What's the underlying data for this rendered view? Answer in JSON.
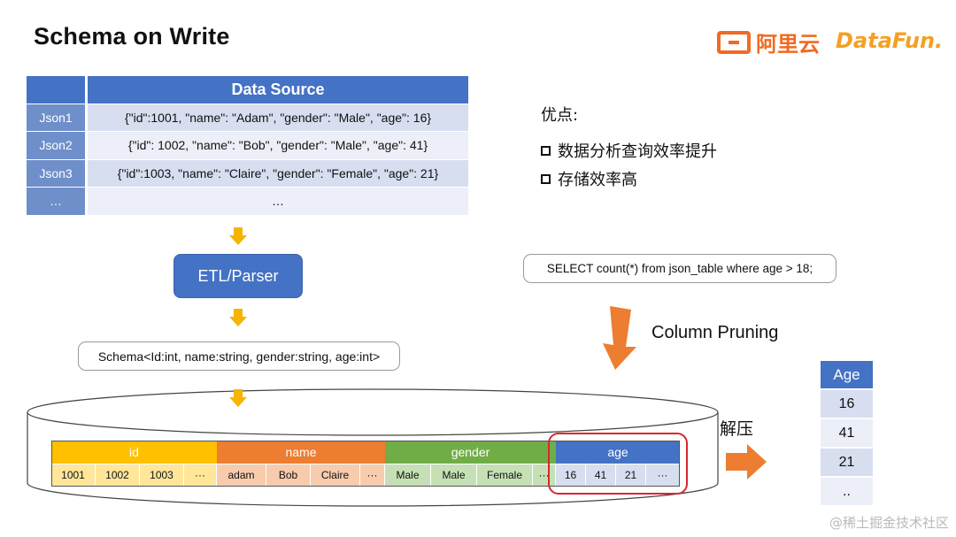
{
  "title": "Schema on Write",
  "logos": {
    "aliyun": "阿里云",
    "datafun": "DataFun."
  },
  "data_source": {
    "header": "Data Source",
    "rows": [
      {
        "key": "Json1",
        "value": "{\"id\":1001, \"name\": \"Adam\", \"gender\": \"Male\", \"age\": 16}"
      },
      {
        "key": "Json2",
        "value": "{\"id\": 1002, \"name\": \"Bob\", \"gender\": \"Male\", \"age\": 41}"
      },
      {
        "key": "Json3",
        "value": "{\"id\":1003, \"name\": \"Claire\", \"gender\": \"Female\", \"age\": 21}"
      },
      {
        "key": "…",
        "value": "…"
      }
    ]
  },
  "etl_label": "ETL/Parser",
  "schema_label": "Schema<Id:int, name:string, gender:string, age:int>",
  "pros": {
    "title": "优点:",
    "items": [
      "数据分析查询效率提升",
      "存储效率高"
    ]
  },
  "sql": "SELECT count(*) from json_table where age > 18;",
  "column_pruning": "Column Pruning",
  "decompress": "解压",
  "age_column": {
    "header": "Age",
    "values": [
      "16",
      "41",
      "21",
      ".."
    ]
  },
  "storage": {
    "columns": [
      {
        "name": "id",
        "values": [
          "1001",
          "1002",
          "1003",
          "···"
        ]
      },
      {
        "name": "name",
        "values": [
          "adam",
          "Bob",
          "Claire",
          "···"
        ]
      },
      {
        "name": "gender",
        "values": [
          "Male",
          "Male",
          "Female",
          "···"
        ]
      },
      {
        "name": "age",
        "values": [
          "16",
          "41",
          "21",
          "···"
        ]
      }
    ]
  },
  "colors": {
    "id_header": "#ffc000",
    "id_cells": "#ffe699",
    "name_header": "#ed7d31",
    "name_cells": "#f8cbad",
    "gender_header": "#70ad47",
    "gender_cells": "#c5e0b4",
    "age_header": "#4472c4",
    "age_cells": "#d7deef",
    "highlight": "#d9272e",
    "arrow_yellow": "#f4b400",
    "arrow_orange": "#ed7d31"
  },
  "watermark": "@稀土掘金技术社区"
}
